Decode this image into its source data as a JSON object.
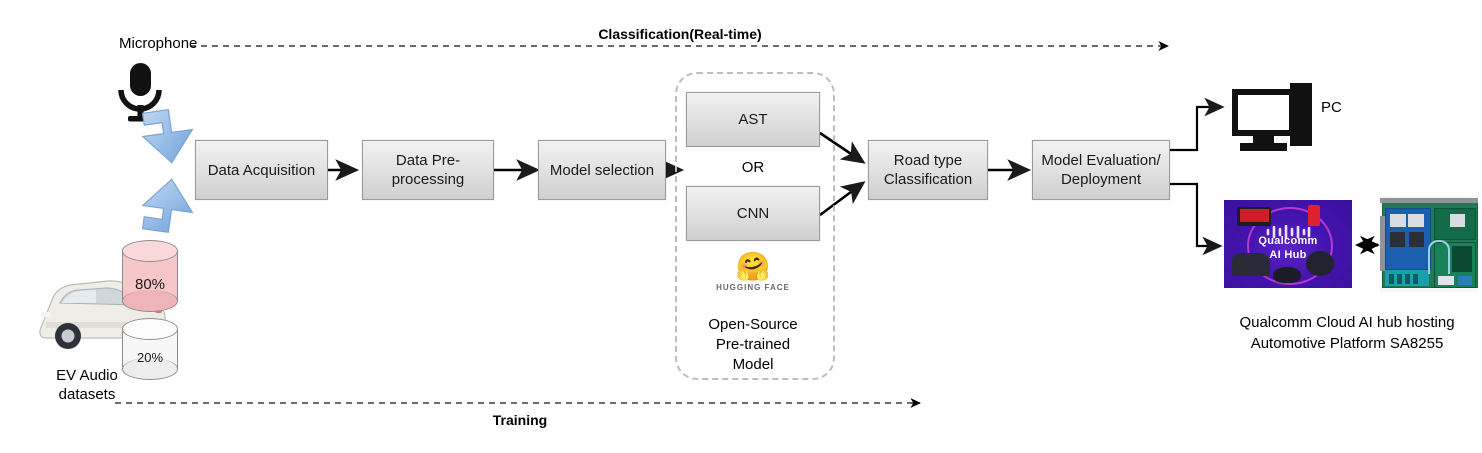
{
  "diagram": {
    "title_top": "Classification(Real-time)",
    "title_bottom": "Training"
  },
  "inputs": {
    "microphone_label": "Microphone",
    "microphone_icon": "microphone-icon",
    "dataset_label": "EV Audio\ndatasets",
    "car_icon": "ev-car-photo",
    "split": [
      {
        "pct": "80%",
        "name": "train-split-cylinder",
        "color": "#f6c6c8"
      },
      {
        "pct": "20%",
        "name": "test-split-cylinder",
        "color": "#f7f7f7"
      }
    ]
  },
  "pipeline": [
    {
      "id": "data-acquisition",
      "label": "Data Acquisition"
    },
    {
      "id": "data-preprocessing",
      "label": "Data Pre-\nprocessing"
    },
    {
      "id": "model-selection",
      "label": "Model selection"
    },
    {
      "id": "road-type-classification",
      "label": "Road type\nClassification"
    },
    {
      "id": "model-evaluation-deployment",
      "label": "Model Evaluation/\nDeployment"
    }
  ],
  "model_group": {
    "option_a": "AST",
    "connector": "OR",
    "option_b": "CNN",
    "hf_emoji": "🤗",
    "hf_name": "HUGGING FACE",
    "caption": "Open-Source\nPre-trained\nModel"
  },
  "outputs": {
    "pc_label": "PC",
    "pc_icon": "desktop-computer-icon",
    "hub_title_line1": "Qualcomm",
    "hub_title_line2": "AI Hub",
    "hub_icon": "qualcomm-ai-hub-tile",
    "board_icon": "automotive-dev-board-photo",
    "caption": "Qualcomm Cloud AI hub hosting\nAutomotive Platform SA8255"
  },
  "colors": {
    "box_fill_top": "#f2f2f2",
    "box_fill_bottom": "#cfcfcf",
    "box_border": "#9a9a9a",
    "dashed_border": "#bdbdbd",
    "blue_arrow": "#8eb4e3",
    "pink_cylinder": "#f6c6c8",
    "arrow_black": "#000000"
  }
}
